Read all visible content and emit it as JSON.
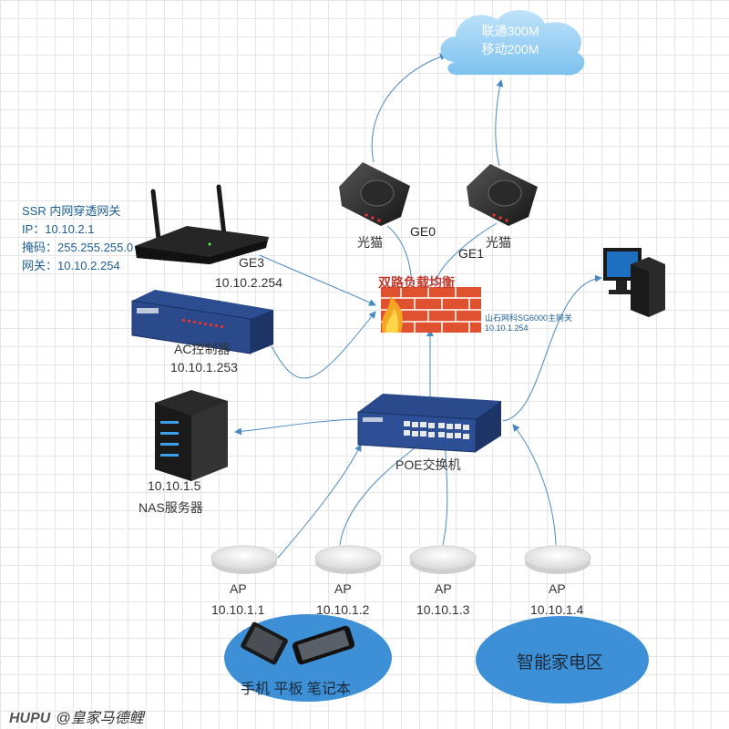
{
  "cloud": {
    "line1": "联通300M",
    "line2": "移动200M"
  },
  "modems": [
    {
      "label": "光猫"
    },
    {
      "label": "光猫"
    }
  ],
  "ports": {
    "ge0": "GE0",
    "ge1": "GE1",
    "ge3": "GE3"
  },
  "router": {
    "title": "SSR 内网穿透网关",
    "ip": "IP：10.10.2.1",
    "mask": "掩码：255.255.255.0",
    "gateway": "网关：10.10.2.254",
    "ge3_ip": "10.10.2.254"
  },
  "firewall": {
    "title": "双路负载均衡",
    "name": "山石网科SG6000主网关",
    "ip": "10.10.1.254"
  },
  "ac": {
    "name": "AC控制器",
    "ip": "10.10.1.253"
  },
  "switch": {
    "name": "POE交换机"
  },
  "nas": {
    "ip": "10.10.1.5",
    "name": "NAS服务器"
  },
  "aps": [
    {
      "label": "AP",
      "ip": "10.10.1.1"
    },
    {
      "label": "AP",
      "ip": "10.10.1.2"
    },
    {
      "label": "AP",
      "ip": "10.10.1.3"
    },
    {
      "label": "AP",
      "ip": "10.10.1.4"
    }
  ],
  "clients": {
    "label": "手机 平板 笔记本"
  },
  "smart_home": {
    "label": "智能家电区"
  },
  "watermark": {
    "brand": "HUPU",
    "user": "@皇家马德鲤"
  },
  "colors": {
    "line": "#4a8ac4",
    "oval": "#3d8fd6",
    "firewall": "#e0522f",
    "switch": "#2a4a8c"
  }
}
